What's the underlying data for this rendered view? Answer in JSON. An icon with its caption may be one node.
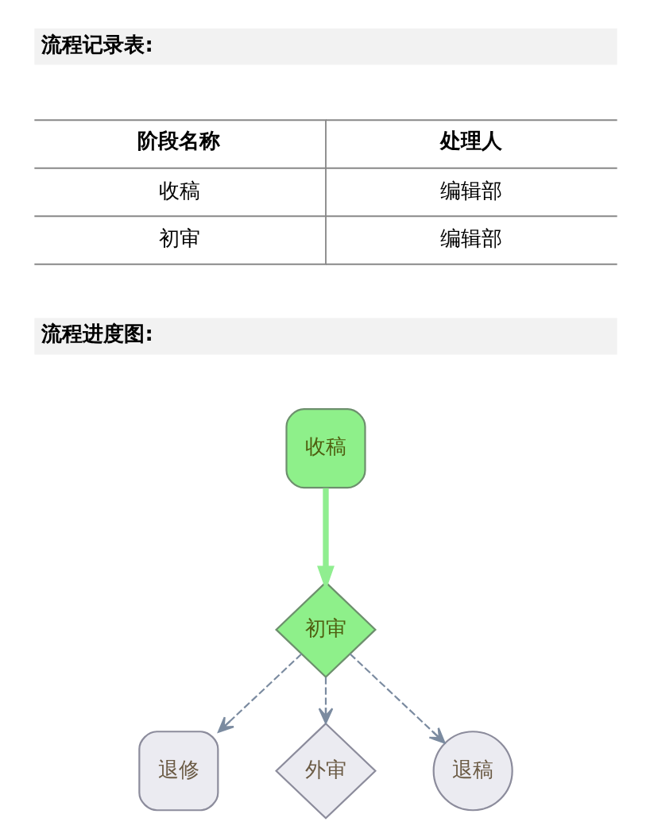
{
  "diagram": {
    "nodes": [
      {
        "text": [
          "收稿"
        ]
      },
      {
        "text": [
          "初审"
        ]
      },
      {
        "text": [
          "退修"
        ]
      },
      {
        "text": [
          "外审"
        ]
      },
      {
        "text": [
          "退稿"
        ]
      }
    ],
    "edges": [
      {
        "from": 0,
        "to": 1,
        "arrow": "to",
        "style": "thick",
        "color": "#90ee90"
      },
      {
        "from": 1,
        "to": 2,
        "arrow": "to",
        "style": "dashed"
      },
      {
        "from": 1,
        "to": 3,
        "arrow": "to",
        "style": "dashed"
      },
      {
        "from": 1,
        "to": 4,
        "arrow": "to",
        "style": "dashed"
      }
    ],
    "labels": [
      "流程记录表:",
      "阶段名称",
      "处理人",
      "收稿",
      "编辑部",
      "初审",
      "编辑部",
      "流程进度图:"
    ]
  }
}
